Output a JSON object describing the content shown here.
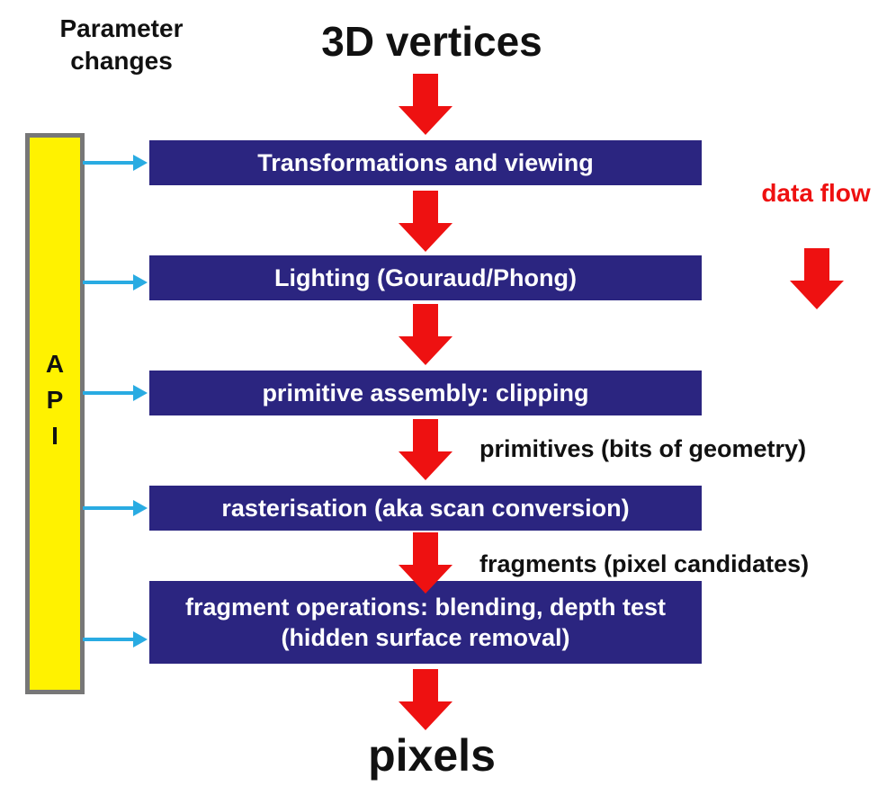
{
  "header": {
    "parameter_label": "Parameter changes",
    "top_title": "3D vertices",
    "bottom_title": "pixels"
  },
  "api": {
    "letters": [
      "A",
      "P",
      "I"
    ]
  },
  "stages": [
    {
      "label": "Transformations and viewing"
    },
    {
      "label": "Lighting (Gouraud/Phong)"
    },
    {
      "label": "primitive assembly: clipping"
    },
    {
      "label": "rasterisation (aka scan conversion)"
    },
    {
      "label": "fragment operations: blending, depth test (hidden surface removal)"
    }
  ],
  "data_flow": {
    "label": "data flow"
  },
  "annotations": {
    "primitives": "primitives (bits of geometry)",
    "fragments": "fragments (pixel candidates)"
  },
  "colors": {
    "stage_fill": "#2b2580",
    "flow_arrow": "#ee1111",
    "api_arrow": "#29abe2",
    "api_fill": "#fff200",
    "api_border": "#777777"
  }
}
